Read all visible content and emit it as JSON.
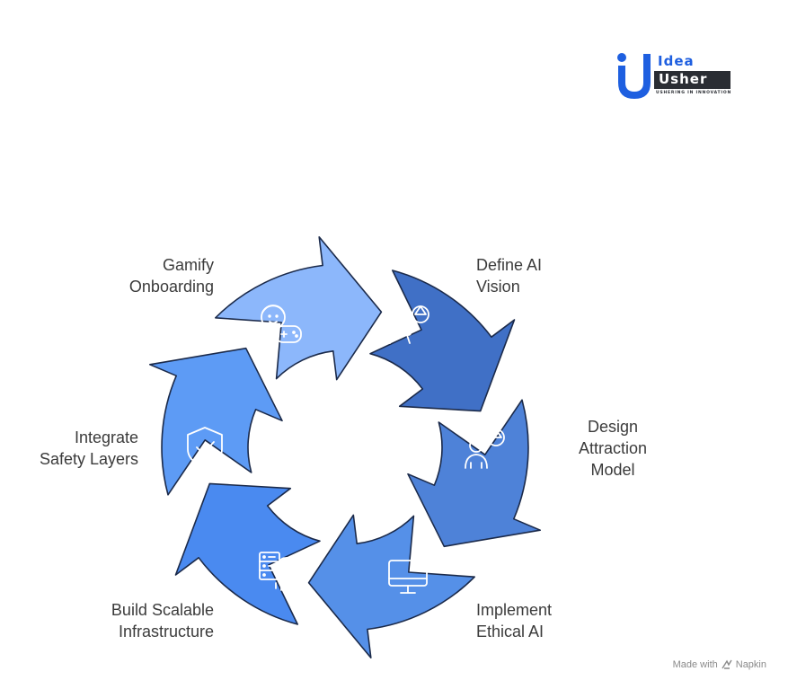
{
  "logo": {
    "idea": "Idea",
    "usher": "Usher",
    "tagline": "USHERING IN INNOVATION"
  },
  "steps": [
    {
      "label": "Define AI\nVision",
      "icon": "vision-board-icon",
      "color": "#4070c6"
    },
    {
      "label": "Design\nAttraction\nModel",
      "icon": "person-idea-icon",
      "color": "#4e82d8"
    },
    {
      "label": "Implement\nEthical AI",
      "icon": "monitor-sparkle-icon",
      "color": "#5590e8"
    },
    {
      "label": "Build Scalable\nInfrastructure",
      "icon": "server-cloud-icon",
      "color": "#4a8af0"
    },
    {
      "label": "Integrate\nSafety Layers",
      "icon": "shield-check-icon",
      "color": "#5d9bf5"
    },
    {
      "label": "Gamify\nOnboarding",
      "icon": "gamer-icon",
      "color": "#8cb7fb"
    }
  ],
  "footer": {
    "made_with": "Made with",
    "brand": "Napkin"
  }
}
